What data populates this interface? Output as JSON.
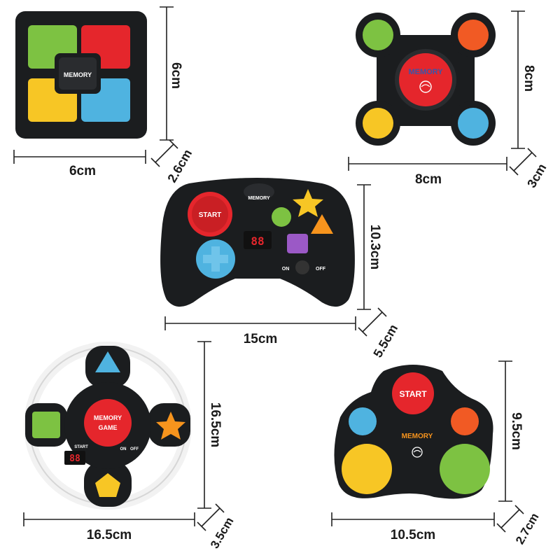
{
  "colors": {
    "body": "#1b1d1f",
    "green": "#7dc242",
    "red": "#e5262c",
    "yellow": "#f7c625",
    "blue": "#4fb3e0",
    "orange": "#f15a24",
    "purple": "#9b59c6",
    "star_orange": "#f7941d",
    "white_ring": "#f2f2f2"
  },
  "toys": {
    "square": {
      "brand": "MEMORY",
      "width": "6cm",
      "height": "6cm",
      "depth": "2.6cm"
    },
    "four_button": {
      "brand": "MEMORY",
      "width": "8cm",
      "height": "8cm",
      "depth": "3cm"
    },
    "gamepad": {
      "brand": "MEMORY",
      "start": "START",
      "display": "88",
      "on": "ON",
      "off": "OFF",
      "width": "15cm",
      "height": "10.3cm",
      "depth": "5.5cm"
    },
    "steering": {
      "brand_line1": "MEMORY",
      "brand_line2": "GAME",
      "start": "START",
      "on": "ON",
      "off": "OFF",
      "display": "88",
      "width": "16.5cm",
      "height": "16.5cm",
      "depth": "3.5cm"
    },
    "paw": {
      "start": "START",
      "brand": "MEMORY",
      "width": "10.5cm",
      "height": "9.5cm",
      "depth": "2.7cm"
    }
  }
}
